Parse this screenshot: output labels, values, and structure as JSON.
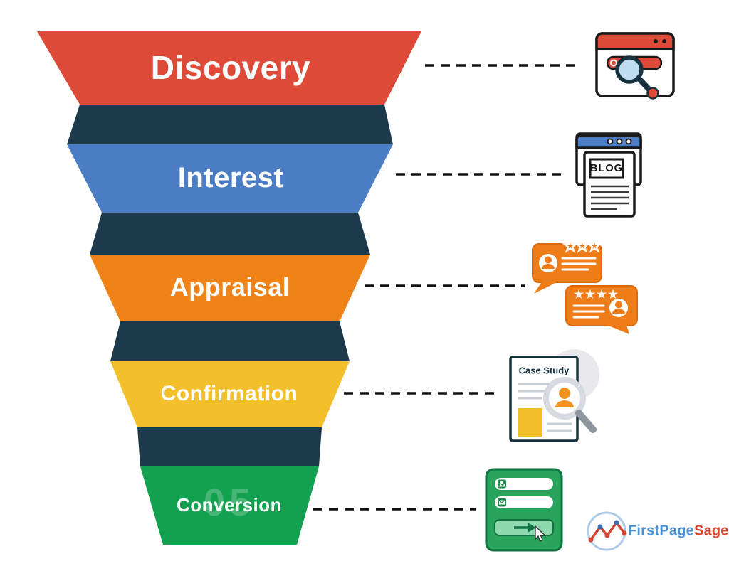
{
  "page": {
    "background": "#ffffff",
    "description": "Five-stage marketing funnel diagram with dashed connectors to stage icons"
  },
  "funnel": {
    "fold_color": "#1C3A4B",
    "stages": [
      {
        "label": "Discovery",
        "color": "#DE4A38"
      },
      {
        "label": "Interest",
        "color": "#4B7EC5"
      },
      {
        "label": "Appraisal",
        "color": "#EF8318"
      },
      {
        "label": "Confirmation",
        "color": "#F3BF2B"
      },
      {
        "label": "Conversion",
        "color": "#12A14F",
        "watermark": "05"
      }
    ]
  },
  "connectors": {
    "color": "#111111",
    "style": "dashed"
  },
  "icons": {
    "discovery": {
      "name": "search-browser-icon"
    },
    "interest": {
      "name": "blog-document-icon",
      "text": "BLOG"
    },
    "appraisal": {
      "name": "reviews-bubbles-icon"
    },
    "confirmation": {
      "name": "case-study-icon",
      "text": "Case Study"
    },
    "conversion": {
      "name": "signup-form-icon"
    }
  },
  "logo": {
    "text_primary": "FirstPage",
    "text_secondary": "Sage",
    "primary_color": "#4A90D2",
    "secondary_color": "#D6452F"
  }
}
